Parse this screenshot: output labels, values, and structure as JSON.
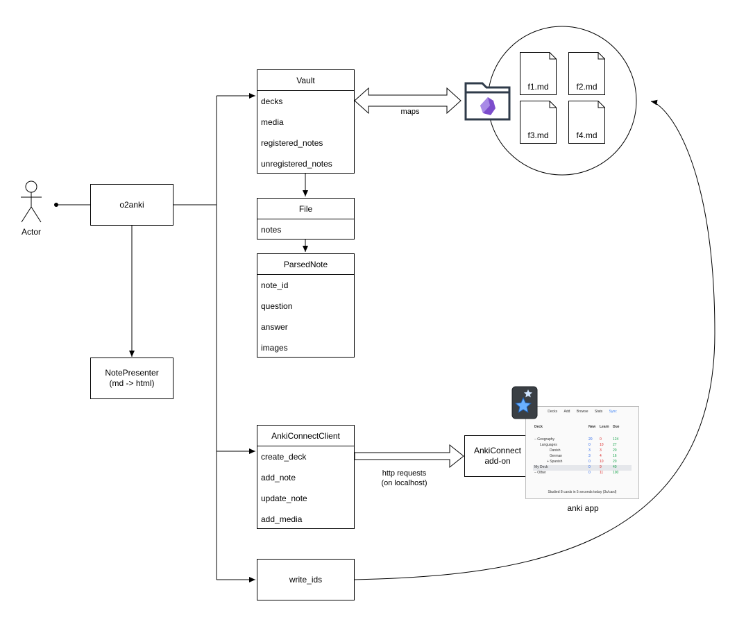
{
  "actor": {
    "label": "Actor"
  },
  "o2anki": {
    "label": "o2anki"
  },
  "note_presenter": {
    "line1": "NotePresenter",
    "line2": "(md -> html)"
  },
  "vault": {
    "title": "Vault",
    "fields": [
      "decks",
      "media",
      "registered_notes",
      "unregistered_notes"
    ]
  },
  "file": {
    "title": "File",
    "fields": [
      "notes"
    ]
  },
  "parsed_note": {
    "title": "ParsedNote",
    "fields": [
      "note_id",
      "question",
      "answer",
      "images"
    ]
  },
  "anki_connect_client": {
    "title": "AnkiConnectClient",
    "fields": [
      "create_deck",
      "add_note",
      "update_note",
      "add_media"
    ]
  },
  "write_ids": {
    "label": "write_ids"
  },
  "anki_connect_addon": {
    "line1": "AnkiConnect",
    "line2": "add-on"
  },
  "labels": {
    "maps": "maps",
    "http_line1": "http requests",
    "http_line2": "(on localhost)",
    "anki_app": "anki app"
  },
  "vault_files": [
    "f1.md",
    "f2.md",
    "f3.md",
    "f4.md"
  ],
  "icons": {
    "vault_folder": "obsidian-folder-icon",
    "anki": "anki-star-icon",
    "actor": "stick-figure-icon"
  },
  "anki_screenshot": {
    "tabs": [
      "Decks",
      "Add",
      "Browse",
      "Stats",
      "Sync"
    ],
    "headers": [
      "Deck",
      "New",
      "Learn",
      "Due"
    ],
    "rows": [
      {
        "name": "− Geography",
        "new": "20",
        "learn": "0",
        "due": "124"
      },
      {
        "name": "Languages",
        "new": "0",
        "learn": "10",
        "due": "27"
      },
      {
        "name": "Danish",
        "new": "3",
        "learn": "3",
        "due": "20"
      },
      {
        "name": "German",
        "new": "3",
        "learn": "4",
        "due": "16"
      },
      {
        "name": "+ Spanish",
        "new": "0",
        "learn": "10",
        "due": "20"
      },
      {
        "name": "My Deck",
        "new": "0",
        "learn": "9",
        "due": "40"
      },
      {
        "name": "− Other",
        "new": "0",
        "learn": "11",
        "due": "100"
      }
    ],
    "footer": "Studied 8 cards in 5 seconds today (3s/card)"
  }
}
